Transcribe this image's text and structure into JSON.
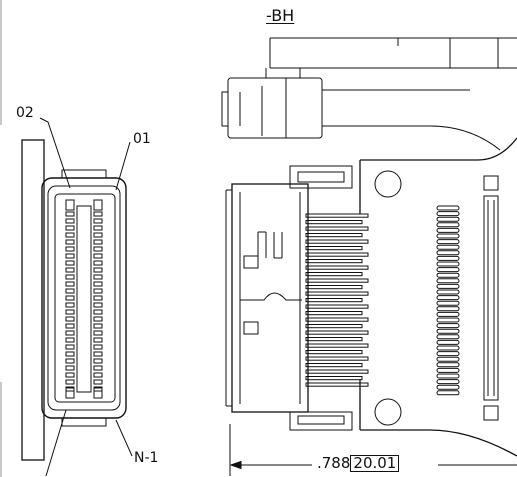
{
  "labels": {
    "view_title": "-BH",
    "pin_02": "02",
    "pin_01": "01",
    "pin_n1": "N-1",
    "dim_inch": ".788",
    "dim_mm": "20.01"
  },
  "colors": {
    "line": "#111111",
    "background": "#ffffff",
    "frame_edge": "#c9c9c9"
  }
}
